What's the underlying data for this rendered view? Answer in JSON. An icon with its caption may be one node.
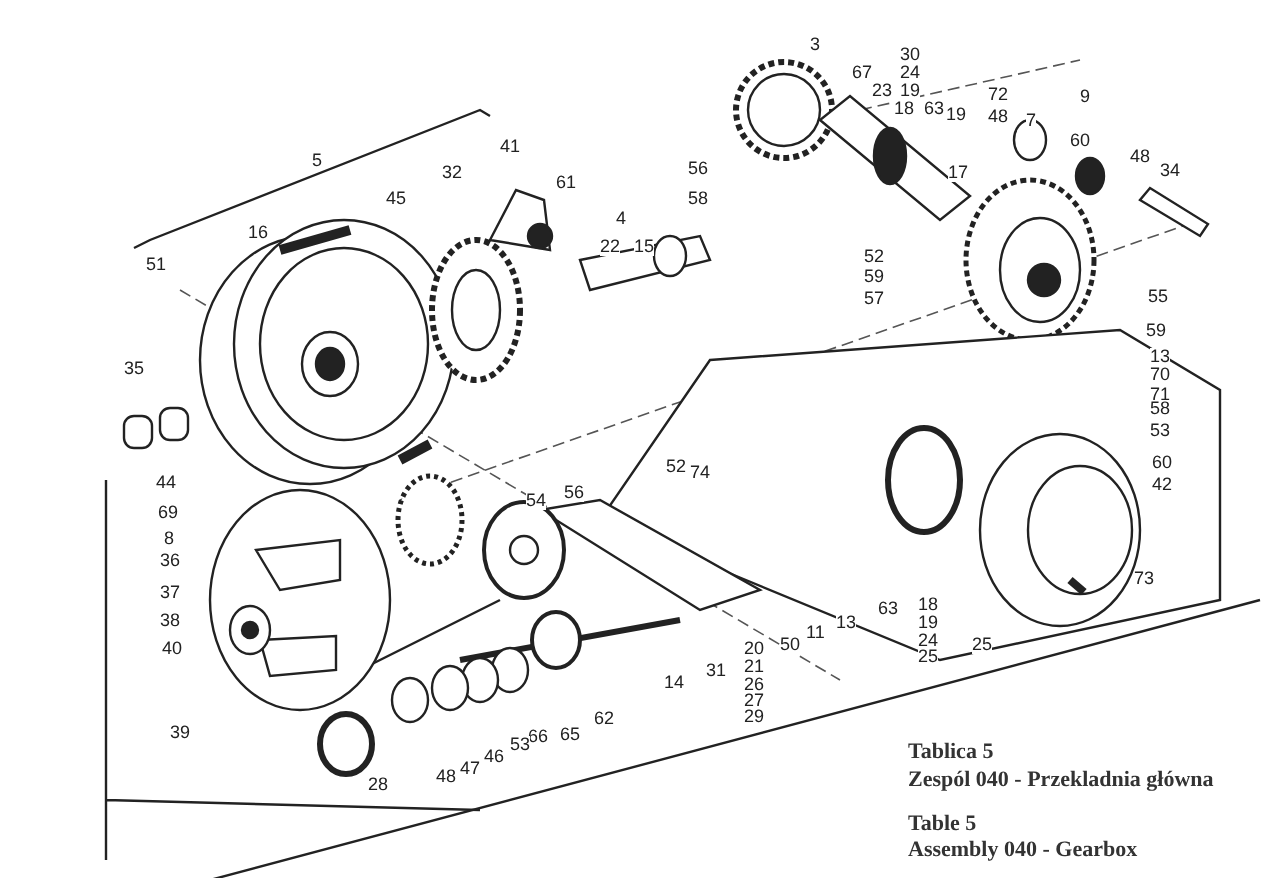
{
  "diagram": {
    "labels": [
      "3",
      "30",
      "24",
      "19",
      "67",
      "23",
      "18",
      "63",
      "19",
      "72",
      "48",
      "9",
      "7",
      "60",
      "48",
      "34",
      "5",
      "41",
      "32",
      "61",
      "45",
      "56",
      "17",
      "4",
      "22",
      "15",
      "58",
      "52",
      "59",
      "57",
      "51",
      "16",
      "55",
      "59",
      "13",
      "70",
      "71",
      "58",
      "53",
      "35",
      "52",
      "74",
      "54",
      "56",
      "60",
      "42",
      "44",
      "69",
      "8",
      "36",
      "37",
      "38",
      "40",
      "73",
      "13",
      "11",
      "63",
      "18",
      "19",
      "24",
      "25",
      "50",
      "25",
      "20",
      "21",
      "26",
      "27",
      "29",
      "31",
      "14",
      "62",
      "65",
      "66",
      "53",
      "39",
      "46",
      "47",
      "48",
      "28",
      "Tablica 5",
      "Zespól 040 - Przekladnia główna",
      "Table 5",
      "Assembly 040 - Gearbox"
    ]
  }
}
